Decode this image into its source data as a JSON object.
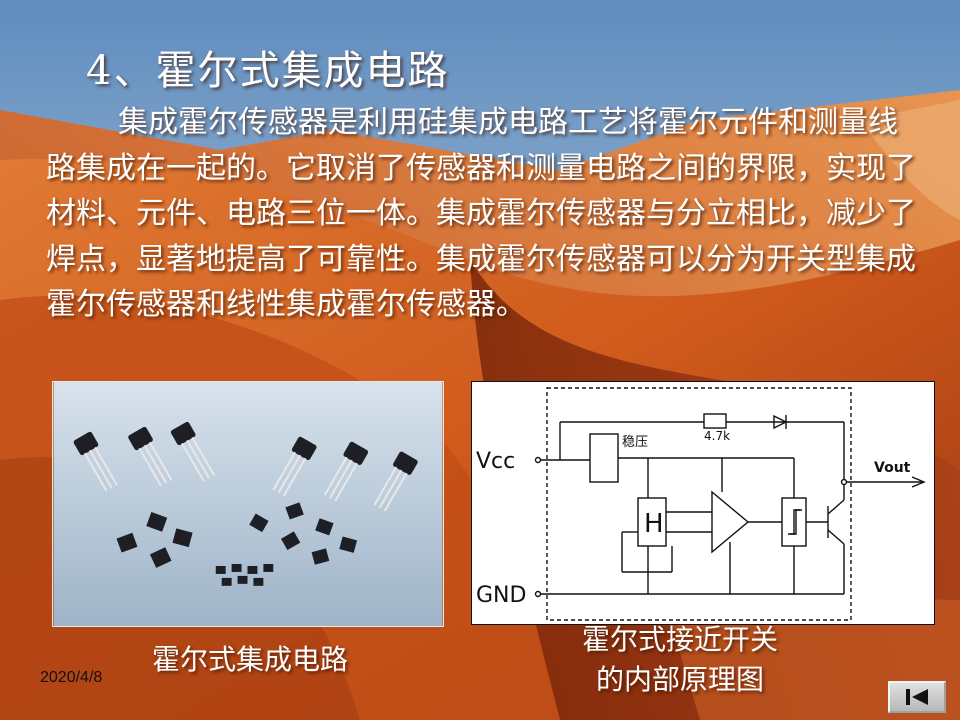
{
  "slide": {
    "title": "4、霍尔式集成电路",
    "paragraph": "集成霍尔传感器是利用硅集成电路工艺将霍尔元件和测量线路集成在一起的。它取消了传感器和测量电路之间的界限，实现了材料、元件、电路三位一体。集成霍尔传感器与分立相比，减少了焊点，显著地提高了可靠性。集成霍尔传感器可以分为开关型集成霍尔传感器和线性集成霍尔传感器。",
    "date": "2020/4/8"
  },
  "captions": {
    "photo": "霍尔式集成电路",
    "circuit_line1": "霍尔式接近开关",
    "circuit_line2": "的内部原理图"
  },
  "circuit": {
    "vcc_label": "Vcc",
    "gnd_label": "GND",
    "vout_label": "Vout",
    "regulator_label": "稳压",
    "resistor_label": "4.7k",
    "hall_label": "H"
  },
  "colors": {
    "sky": "#8fb3d3",
    "dune_orange": "#d2621f",
    "dune_shadow": "#8a2c0b",
    "text": "#ffffff"
  },
  "icons": {
    "nav": "first-slide-icon"
  }
}
